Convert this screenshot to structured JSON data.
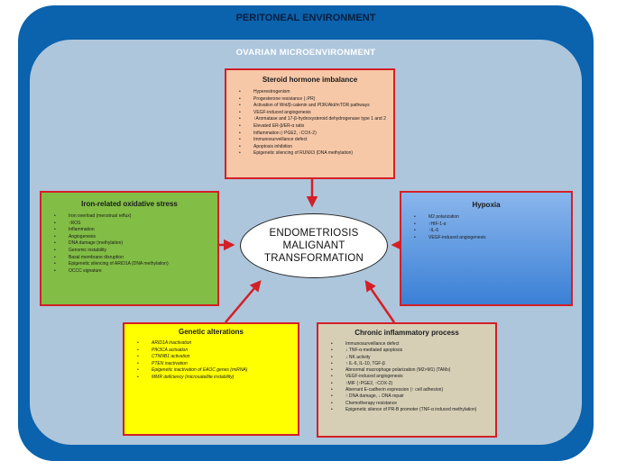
{
  "peritoneal_title": "PERITONEAL ENVIRONMENT",
  "ovarian_title": "OVARIAN MICROENVIRONMENT",
  "center": {
    "line1": "ENDOMETRIOSIS",
    "line2": "MALIGNANT",
    "line3": "TRANSFORMATION"
  },
  "steroid": {
    "title": "Steroid hormone imbalance",
    "items": [
      "Hyperestrogenism",
      "Progesterone resistance (↓PR)",
      "Activation of Wnt/β-catenin and PI3K/Akt/mTOR pathways",
      "VEGF-induced angiogenesis",
      "↑Aromatase and 17-β-hydroxysteroid dehydrogenase type 1 and 2",
      "Elevated ER-β/ER-α ratio",
      "Inflammation (↑PGE2, ↑COX-2)",
      "Immunosurveillance defect",
      "Apoptosis inhibition",
      "Epigenetic silencing of RUNX3 (DNA methylation)"
    ]
  },
  "iron": {
    "title": "Iron-related oxidative stress",
    "items": [
      "Iron overload (menstrual reflux)",
      "↑ROS",
      "Inflammation",
      "Angiogenesis",
      "DNA damage (methylation)",
      "Genomic instability",
      "Basal membrane disruption",
      "Epigenetic silencing of ARID1A (DNA methylation)",
      "OCCC signature"
    ]
  },
  "hypoxia": {
    "title": "Hypoxia",
    "items": [
      "M2 polarization",
      "↑HIF-1-α",
      "↑IL-6",
      "VEGF-induced angiogenesis"
    ]
  },
  "genetic": {
    "title": "Genetic alterations",
    "items": [
      "ARID1A inactivation",
      "PIK3CA activation",
      "CTNNB1 activation",
      "PTEN inactivation",
      "Epigenetic inactivation of EAOC genes (miRNA)",
      "MMR deficiency (microsatellite instability)"
    ]
  },
  "chronic": {
    "title": "Chronic inflammatory process",
    "items": [
      "Immunosurveillance defect",
      "↓ TNF-α-mediated apoptosis",
      "↓ NK activity",
      "↑ IL-6, IL-10, TGF-β",
      "Abnormal macrophage polarization (M2>M1) (TAMs)",
      "VEGF-induced angiogenesis",
      "↑MIF (↑PGE2, ↑COX-2)",
      "Aberrant E-cadherin expression (↑ cell adhesion)",
      "↑ DNA damage, ↓ DNA repair",
      "Chemotherapy resistance",
      "Epigenetic silence of PR-B promoter (TNF-α induced methylation)"
    ]
  },
  "colors": {
    "peritoneal": "#0b62ad",
    "ovarian": "#adc6dc",
    "arrow": "#d41f26",
    "steroid_box": "#f7c8a8",
    "iron_box": "#82bd45",
    "hypoxia_box": "#5b95df",
    "genetic_box": "#ffff00",
    "chronic_box": "#d6cfb6"
  }
}
